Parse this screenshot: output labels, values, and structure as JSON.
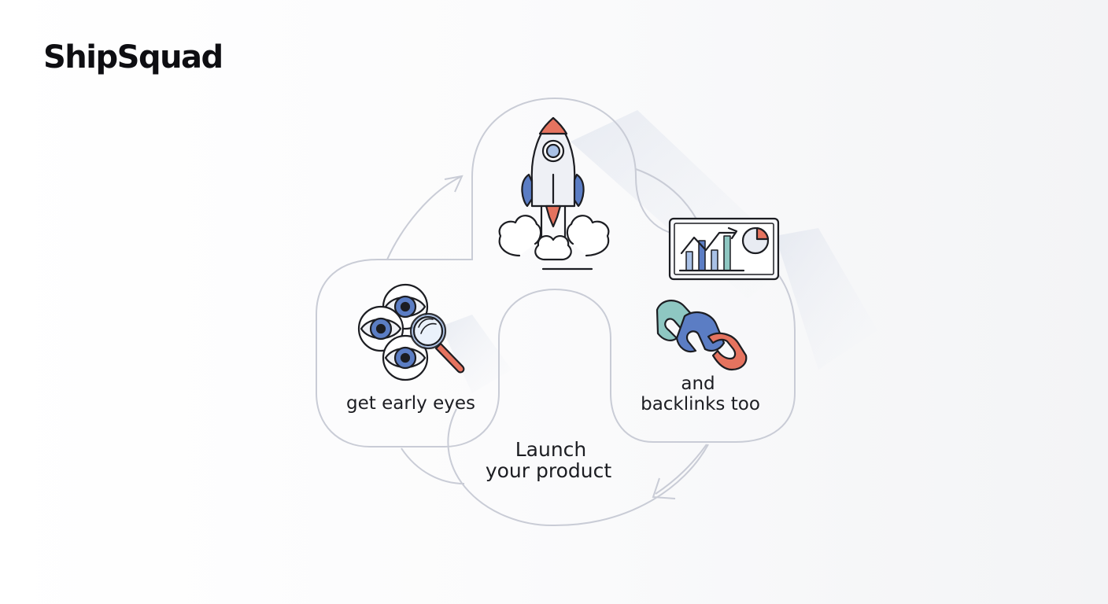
{
  "brand": {
    "name": "ShipSquad"
  },
  "diagram": {
    "center_label": [
      "Launch",
      "your product"
    ],
    "left_label": "get early eyes",
    "right_label": [
      "and",
      "backlinks too"
    ],
    "icons": [
      "rocket-icon",
      "eyes-magnifier-icon",
      "analytics-board-icon",
      "chain-link-icon"
    ],
    "colors": {
      "outline": "#c9ccd6",
      "blue": "#5b7dc4",
      "light_blue": "#a9c1e6",
      "coral": "#e5735f",
      "teal": "#8ec7c2",
      "ink": "#1c1d22"
    }
  }
}
